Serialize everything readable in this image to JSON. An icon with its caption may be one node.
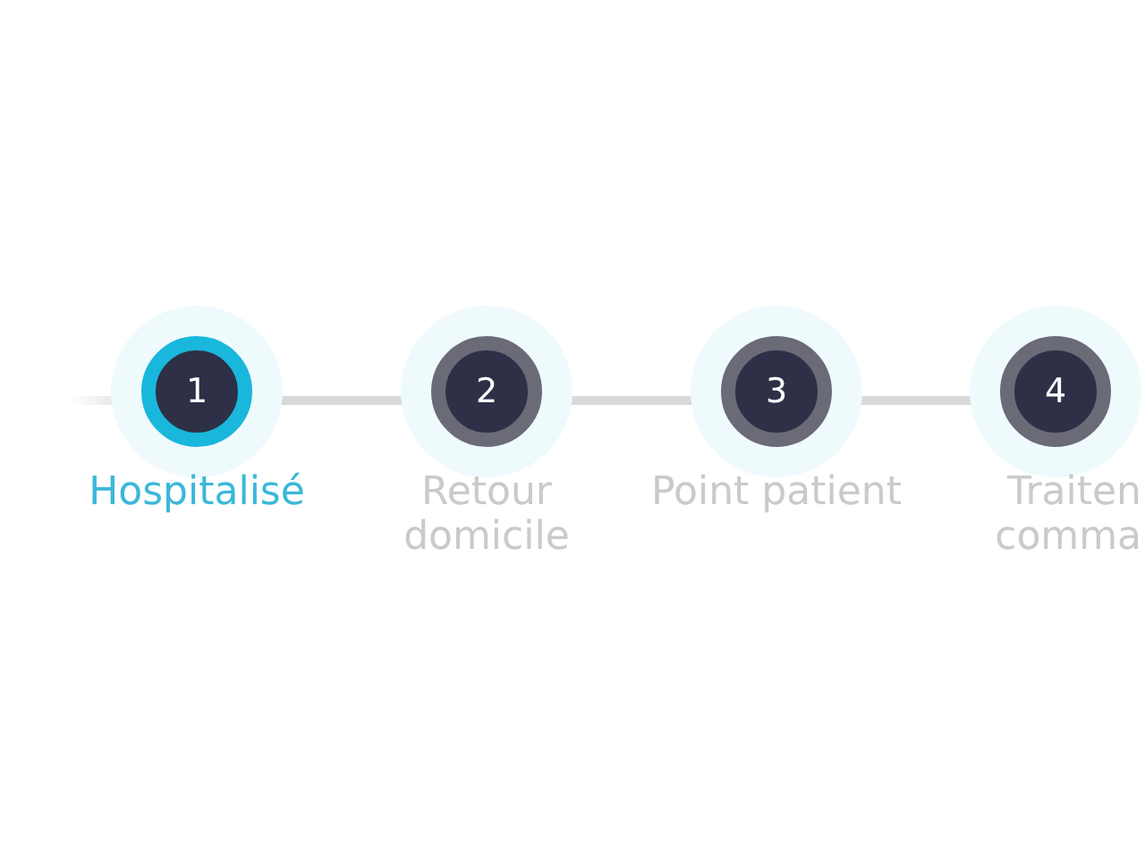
{
  "diagram": {
    "nodes": [
      {
        "text": [
          "1"
        ],
        "beside": [
          "Hospitalisé"
        ]
      },
      {
        "text": [
          "2"
        ],
        "beside": [
          "Retour domicile"
        ]
      },
      {
        "text": [
          "3"
        ],
        "beside": [
          "Point patient"
        ]
      },
      {
        "text": [
          "4"
        ],
        "beside": [
          "Traiten comma"
        ]
      }
    ],
    "edges": [
      {
        "from": null,
        "to": 0,
        "arrow": "none"
      },
      {
        "from": 0,
        "to": 1,
        "arrow": "none"
      },
      {
        "from": 1,
        "to": 2,
        "arrow": "none"
      },
      {
        "from": 2,
        "to": 3,
        "arrow": "none"
      }
    ]
  }
}
